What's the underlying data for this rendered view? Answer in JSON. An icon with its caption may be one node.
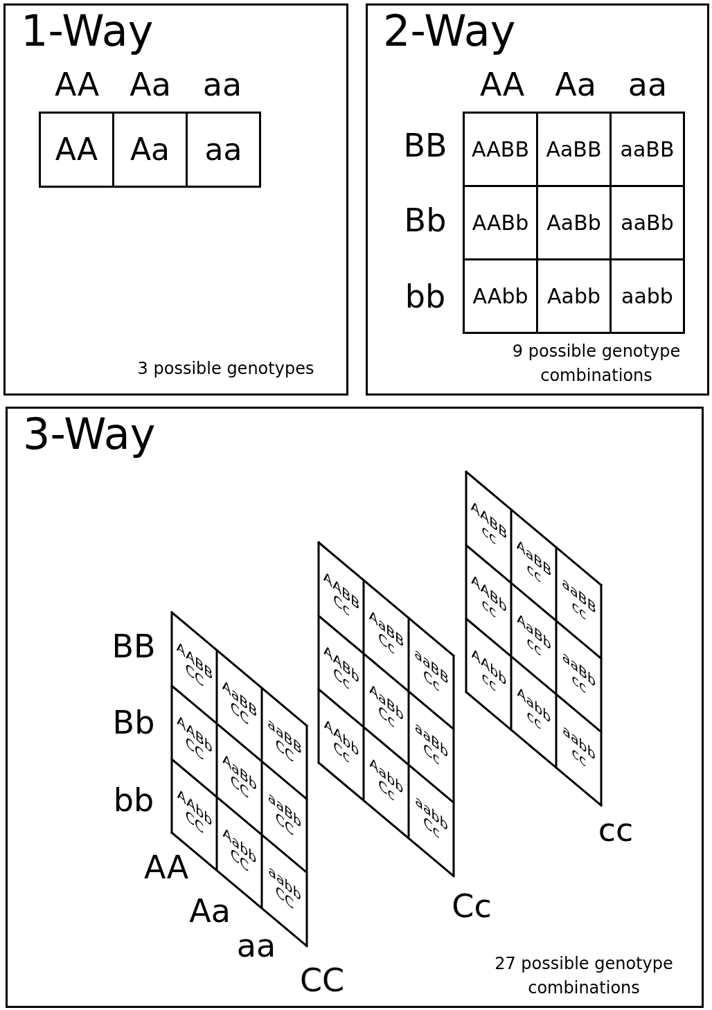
{
  "diagram": {
    "nodes": [
      {
        "text": [
          "1-Way",
          "3 possible genotypes"
        ]
      },
      {
        "text": [
          "AA"
        ],
        "in": 0
      },
      {
        "text": [
          "Aa"
        ],
        "in": 0
      },
      {
        "text": [
          "aa"
        ],
        "in": 0
      },
      {
        "text": [
          "2-Way",
          "9 possible genotype combinations"
        ]
      },
      {
        "text": [
          "AABB"
        ],
        "in": 4
      },
      {
        "text": [
          "AaBB"
        ],
        "in": 4
      },
      {
        "text": [
          "aaBB"
        ],
        "in": 4
      },
      {
        "text": [
          "AABb"
        ],
        "in": 4
      },
      {
        "text": [
          "AaBb"
        ],
        "in": 4
      },
      {
        "text": [
          "aaBb"
        ],
        "in": 4
      },
      {
        "text": [
          "AAbb"
        ],
        "in": 4
      },
      {
        "text": [
          "Aabb"
        ],
        "in": 4
      },
      {
        "text": [
          "aabb"
        ],
        "in": 4
      },
      {
        "text": [
          "3-Way",
          "27 possible genotype combinations"
        ]
      },
      {
        "text": [
          "AABB CC"
        ],
        "in": 14
      },
      {
        "text": [
          "AaBB CC"
        ],
        "in": 14
      },
      {
        "text": [
          "aaBB CC"
        ],
        "in": 14
      },
      {
        "text": [
          "AABb CC"
        ],
        "in": 14
      },
      {
        "text": [
          "AaBb CC"
        ],
        "in": 14
      },
      {
        "text": [
          "aaBb CC"
        ],
        "in": 14
      },
      {
        "text": [
          "AAbb CC"
        ],
        "in": 14
      },
      {
        "text": [
          "Aabb CC"
        ],
        "in": 14
      },
      {
        "text": [
          "aabb CC"
        ],
        "in": 14
      },
      {
        "text": [
          "AABB Cc"
        ],
        "in": 14
      },
      {
        "text": [
          "AaBB Cc"
        ],
        "in": 14
      },
      {
        "text": [
          "aaBB Cc"
        ],
        "in": 14
      },
      {
        "text": [
          "AABb Cc"
        ],
        "in": 14
      },
      {
        "text": [
          "AaBb Cc"
        ],
        "in": 14
      },
      {
        "text": [
          "aaBb Cc"
        ],
        "in": 14
      },
      {
        "text": [
          "AAbb Cc"
        ],
        "in": 14
      },
      {
        "text": [
          "Aabb Cc"
        ],
        "in": 14
      },
      {
        "text": [
          "aabb Cc"
        ],
        "in": 14
      },
      {
        "text": [
          "AABB cc"
        ],
        "in": 14
      },
      {
        "text": [
          "AaBB cc"
        ],
        "in": 14
      },
      {
        "text": [
          "aaBB cc"
        ],
        "in": 14
      },
      {
        "text": [
          "AABb cc"
        ],
        "in": 14
      },
      {
        "text": [
          "AaBb cc"
        ],
        "in": 14
      },
      {
        "text": [
          "aaBb cc"
        ],
        "in": 14
      },
      {
        "text": [
          "AAbb cc"
        ],
        "in": 14
      },
      {
        "text": [
          "Aabb cc"
        ],
        "in": 14
      },
      {
        "text": [
          "aabb cc"
        ],
        "in": 14
      }
    ],
    "labels": [
      "AA",
      "Aa",
      "aa",
      "AA",
      "Aa",
      "aa",
      "BB",
      "Bb",
      "bb",
      "BB",
      "Bb",
      "bb",
      "AA",
      "Aa",
      "aa",
      "CC",
      "Cc",
      "cc"
    ]
  }
}
